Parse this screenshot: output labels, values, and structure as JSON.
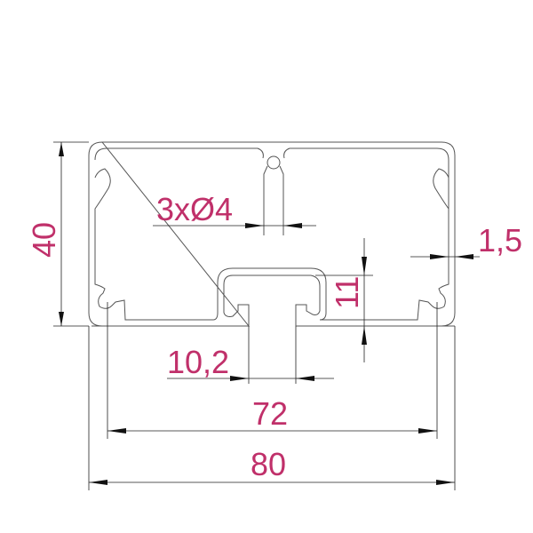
{
  "drawing": {
    "dimensions": {
      "height": "40",
      "holes": "3xØ4",
      "wall": "1,5",
      "channel_depth": "11",
      "slot_width": "10,2",
      "inner_width": "72",
      "outer_width": "80"
    },
    "label_color": "#c0306a"
  }
}
